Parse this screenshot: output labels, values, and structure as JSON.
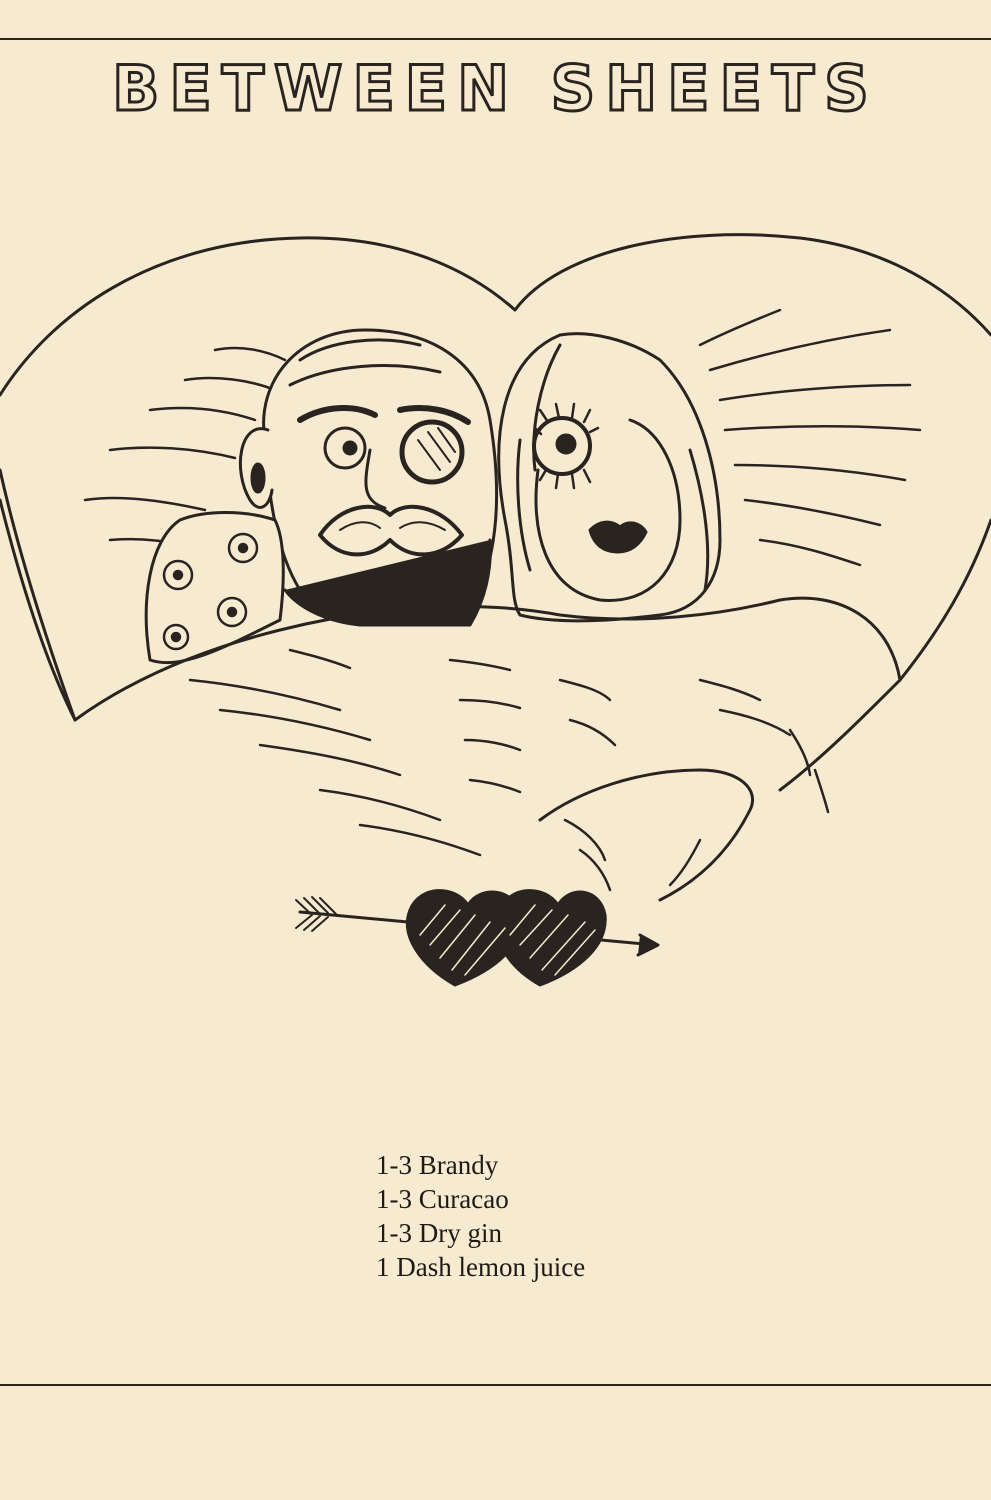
{
  "title": "BETWEEN SHEETS",
  "ingredients": [
    "1-3 Brandy",
    "1-3 Curacao",
    "1-3 Dry gin",
    "1 Dash lemon juice"
  ],
  "colors": {
    "paper": "#f6ead0",
    "ink": "#2a2420"
  }
}
